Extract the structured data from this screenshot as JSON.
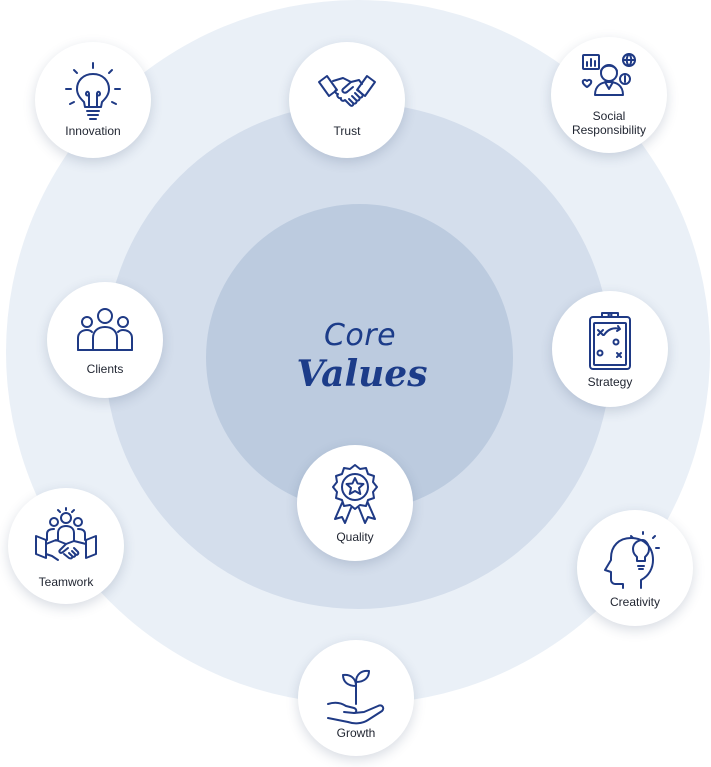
{
  "center": {
    "line1": "Core",
    "line2": "Values"
  },
  "values": [
    {
      "label": "Innovation",
      "icon": "lightbulb-icon"
    },
    {
      "label": "Trust",
      "icon": "handshake-icon"
    },
    {
      "label": "Social Responsibility",
      "icon": "person-globe-icon"
    },
    {
      "label": "Clients",
      "icon": "people-group-icon"
    },
    {
      "label": "Strategy",
      "icon": "clipboard-plan-icon"
    },
    {
      "label": "Quality",
      "icon": "award-badge-icon"
    },
    {
      "label": "Teamwork",
      "icon": "team-handshake-icon"
    },
    {
      "label": "Creativity",
      "icon": "head-idea-icon"
    },
    {
      "label": "Growth",
      "icon": "hand-sprout-icon"
    }
  ],
  "colors": {
    "accent": "#1f3a85",
    "outer_ring": "#eaf0f7",
    "middle_ring": "#d4deec",
    "inner_ring": "#bccbdf"
  }
}
